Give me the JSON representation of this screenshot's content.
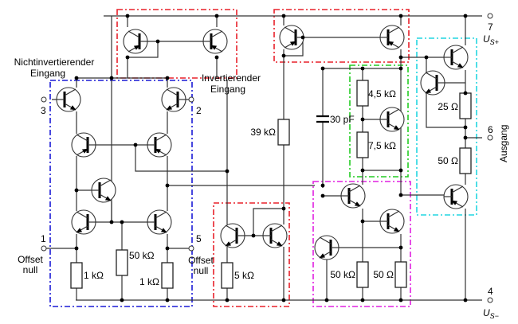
{
  "labels": {
    "non_inverting_input": [
      "Nichtinvertierender",
      "Eingang"
    ],
    "inverting_input": [
      "Invertierender",
      "Eingang"
    ],
    "pin3": "3",
    "pin2": "2",
    "pin1": "1",
    "pin5": "5",
    "pin7": "7",
    "pin4": "4",
    "pin6": "6",
    "offset_null_left": [
      "Offset",
      "null"
    ],
    "offset_null_right": [
      "Offset",
      "null"
    ],
    "supply_pos": "U",
    "supply_pos_sub": "S+",
    "supply_neg": "U",
    "supply_neg_sub": "S−",
    "output": "Ausgang"
  },
  "components": {
    "r_1k_left": "1 kΩ",
    "r_50k_mid": "50 kΩ",
    "r_1k_right": "1 kΩ",
    "r_5k": "5 kΩ",
    "r_39k": "39 kΩ",
    "c_30p": "30 pF",
    "r_4_5k": "4,5 kΩ",
    "r_7_5k": "7,5 kΩ",
    "r_50k_out": "50 kΩ",
    "r_50_out": "50 Ω",
    "r_25": "25 Ω",
    "r_50_cyan": "50 Ω"
  },
  "colors": {
    "red": "#e8202a",
    "blue": "#1a1ad6",
    "green": "#22cc22",
    "magenta": "#e020e0",
    "cyan": "#22d6e0"
  }
}
